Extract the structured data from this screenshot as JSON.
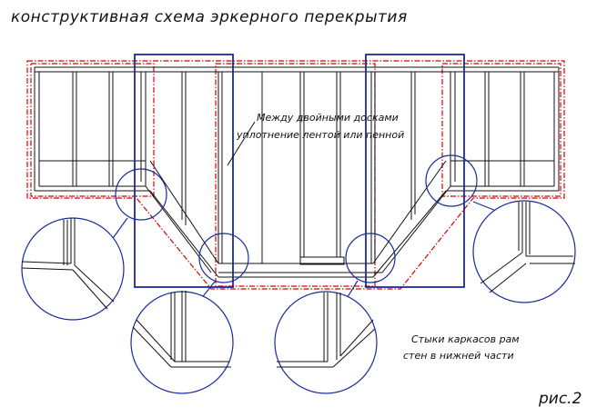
{
  "title": "конструктивная схема эркерного перекрытия",
  "note_top": {
    "line1": "Между двойными досками",
    "line2": "уплотнение лентой или пенной"
  },
  "note_bottom": {
    "line1": "Стыки каркасов рам",
    "line2": "стен в нижней части"
  },
  "figure_label": "рис.2",
  "colors": {
    "frame_lines": "#111111",
    "red_outline": "#d80000",
    "blue_markers": "#1a2b9c"
  }
}
